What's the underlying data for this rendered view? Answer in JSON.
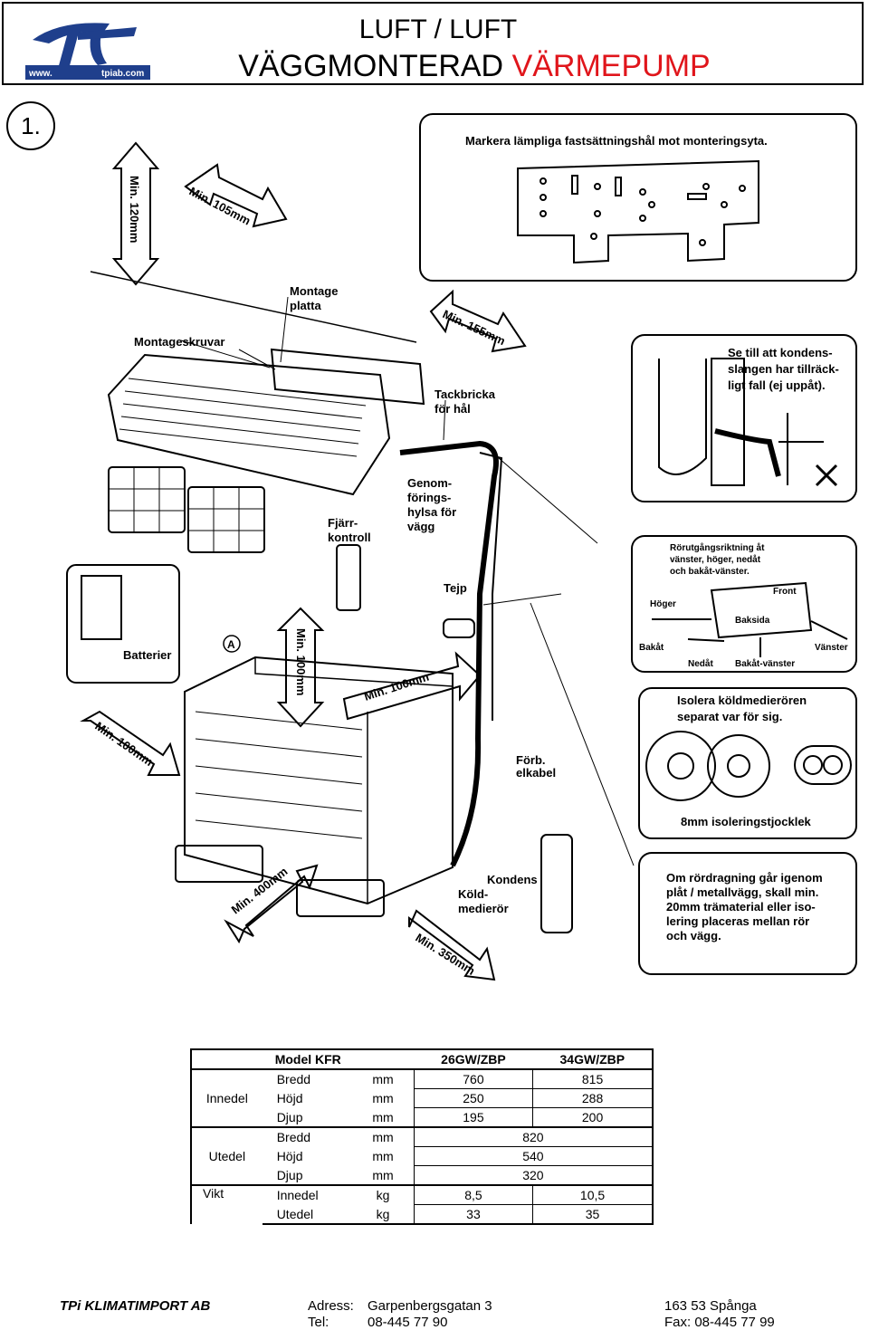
{
  "header": {
    "logo": {
      "web": "www.",
      "mark": "TPi",
      "domain": "tpiab.com"
    },
    "title_line1": "LUFT / LUFT",
    "title_line2_black": "VÄGGMONTERAD",
    "title_line2_red": "VÄRMEPUMP",
    "accent_color": "#e0151b",
    "logo_color": "#1f3f8c"
  },
  "step": "1.",
  "illustration": {
    "min_120": "Min. 120mm",
    "min_105": "Min. 105mm",
    "min_155": "Min. 155mm",
    "min_100a": "Min. 100mm",
    "min_100b": "Min. 100mm",
    "min_100c": "Min. 100mm",
    "min_400": "Min. 400mm",
    "min_350": "Min. 350mm",
    "montage_platta_1": "Montage",
    "montage_platta_2": "platta",
    "montageskruvar": "Montageskruvar",
    "tackbricka_1": "Tackbricka",
    "tackbricka_2": "för hål",
    "genom_1": "Genom-",
    "genom_2": "förings-",
    "genom_3": "hylsa för",
    "genom_4": "vägg",
    "fjarr_1": "Fjärr-",
    "fjarr_2": "kontroll",
    "tejp": "Tejp",
    "batterier": "Batterier",
    "label_a": "A",
    "forb_1": "Förb.",
    "forb_2": "elkabel",
    "kondens": "Kondens",
    "kold_1": "Köld-",
    "kold_2": "medierör",
    "box1_title": "Markera lämpliga fastsättningshål mot monteringsyta.",
    "box2_1": "Se till att kondens-",
    "box2_2": "slangen har tillräck-",
    "box2_3": "ligt fall (ej uppåt).",
    "box3_1": "Rörutgångsriktning åt",
    "box3_2": "vänster, höger, nedåt",
    "box3_3": "och bakåt-vänster.",
    "box3_front": "Front",
    "box3_hoger": "Höger",
    "box3_baksida": "Baksida",
    "box3_bakat": "Bakåt",
    "box3_vanster": "Vänster",
    "box3_nedat": "Nedåt",
    "box3_bakat_vanster": "Bakåt-vänster",
    "box4_1": "Isolera köldmedierören",
    "box4_2": "separat var för sig.",
    "box4_3": "8mm isoleringstjocklek",
    "box5_1": "Om rördragning går igenom",
    "box5_2": "plåt / metallvägg, skall min.",
    "box5_3": "20mm trämaterial eller iso-",
    "box5_4": "lering placeras mellan rör",
    "box5_5": "och vägg."
  },
  "specs": {
    "header": {
      "model": "Model KFR",
      "col1": "26GW/ZBP",
      "col2": "34GW/ZBP"
    },
    "innedel_label": "Innedel",
    "utedel_label": "Utedel",
    "vikt_label": "Vikt",
    "innedel_rows": [
      {
        "dim": "Bredd",
        "unit": "mm",
        "v1": "760",
        "v2": "815"
      },
      {
        "dim": "Höjd",
        "unit": "mm",
        "v1": "250",
        "v2": "288"
      },
      {
        "dim": "Djup",
        "unit": "mm",
        "v1": "195",
        "v2": "200"
      }
    ],
    "utedel_rows": [
      {
        "dim": "Bredd",
        "unit": "mm",
        "v": "820"
      },
      {
        "dim": "Höjd",
        "unit": "mm",
        "v": "540"
      },
      {
        "dim": "Djup",
        "unit": "mm",
        "v": "320"
      }
    ],
    "vikt_rows": [
      {
        "dim": "Innedel",
        "unit": "kg",
        "v1": "8,5",
        "v2": "10,5"
      },
      {
        "dim": "Utedel",
        "unit": "kg",
        "v1": "33",
        "v2": "35"
      }
    ]
  },
  "footer": {
    "company": "TPi KLIMATIMPORT AB",
    "address_label": "Adress:",
    "address": "Garpenbergsgatan 3",
    "postal": "163 53  Spånga",
    "tel_label": "Tel:",
    "tel": "08-445 77 90",
    "fax": "Fax: 08-445 77 99"
  }
}
